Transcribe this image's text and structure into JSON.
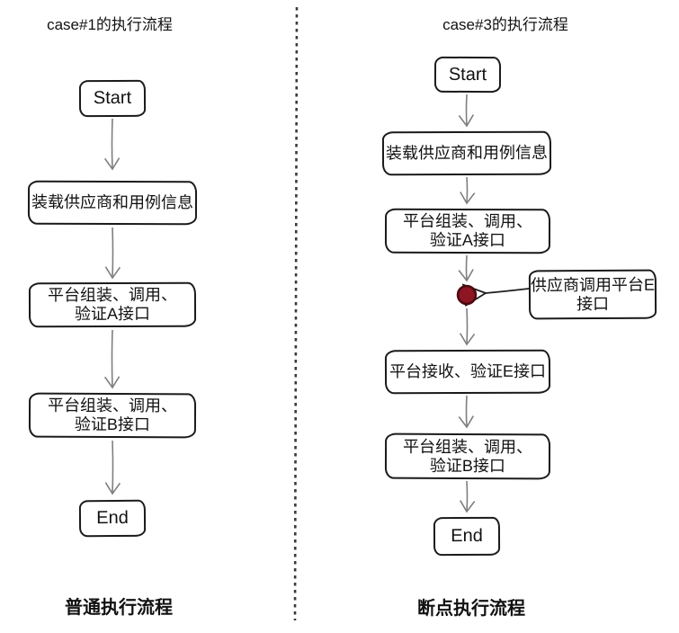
{
  "diagram": {
    "left_flow": {
      "title": "case#1的执行流程",
      "caption": "普通执行流程",
      "nodes": {
        "start": "Start",
        "load": "装载供应商和用例信息",
        "step_a": "平台组装、调用、\n验证A接口",
        "step_b": "平台组装、调用、\n验证B接口",
        "end": "End"
      }
    },
    "right_flow": {
      "title": "case#3的执行流程",
      "caption": "断点执行流程",
      "nodes": {
        "start": "Start",
        "load": "装载供应商和用例信息",
        "step_a": "平台组装、调用、\n验证A接口",
        "receive_e": "平台接收、验证E接口",
        "step_b": "平台组装、调用、\n验证B接口",
        "end": "End"
      },
      "breakpoint_note": "供应商调用平台E\n接口"
    },
    "colors": {
      "breakpoint_dot_fill": "#8e1522",
      "breakpoint_dot_stroke": "#4a0a10",
      "box_border": "#1a1a1a",
      "flow_arrow": "#7f7f7f",
      "note_arrow": "#1f1f1f",
      "divider": "#3a3a3a",
      "background": "#ffffff"
    }
  }
}
